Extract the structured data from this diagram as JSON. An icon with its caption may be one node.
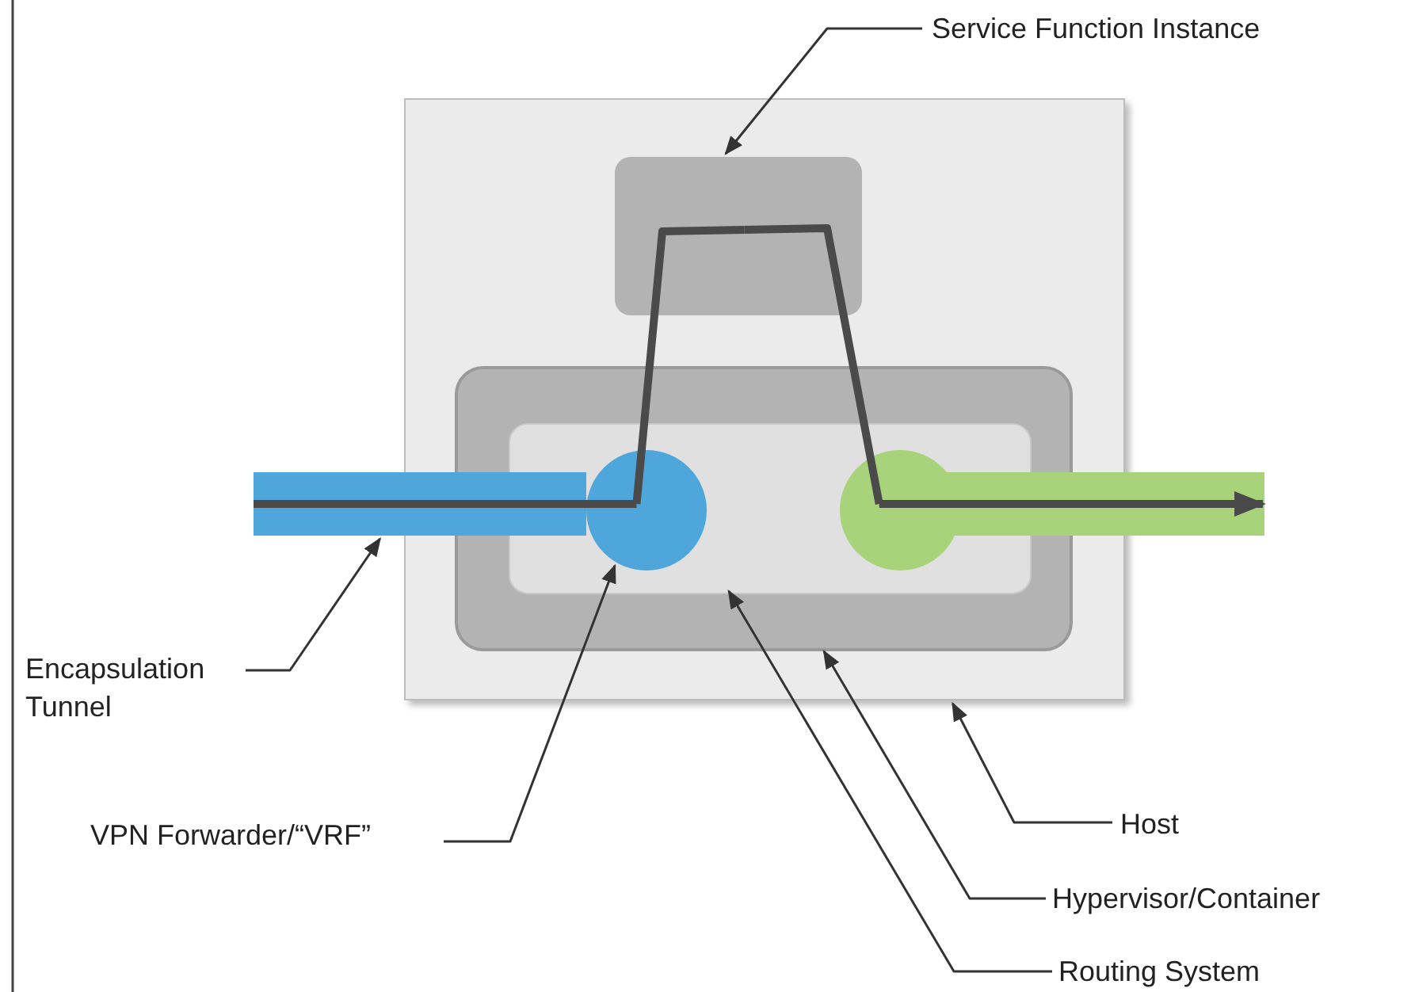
{
  "diagram": {
    "nodes": [
      {
        "text": [],
        "shape": "box"
      },
      {
        "text": [],
        "shape": "box",
        "in": 0
      },
      {
        "text": [],
        "shape": "box",
        "in": 0
      },
      {
        "text": [],
        "shape": "box",
        "in": 2
      },
      {
        "text": [],
        "shape": "circle",
        "in": 3
      },
      {
        "text": [],
        "shape": "circle",
        "in": 3
      },
      {
        "text": [],
        "shape": "bar"
      },
      {
        "text": [],
        "shape": "bar"
      },
      {
        "text": [
          "Service Function Instance"
        ]
      },
      {
        "text": [
          "Encapsulation Tunnel"
        ]
      },
      {
        "text": [
          "VPN Forwarder/“VRF”"
        ]
      },
      {
        "text": [
          "Host"
        ]
      },
      {
        "text": [
          "Hypervisor/Container"
        ]
      },
      {
        "text": [
          "Routing System"
        ]
      }
    ],
    "edges": [
      {
        "from": 8,
        "to": 1,
        "arrow": "to"
      },
      {
        "from": 9,
        "to": 6,
        "arrow": "to"
      },
      {
        "from": 10,
        "to": 4,
        "arrow": "to"
      },
      {
        "from": 11,
        "to": 0,
        "arrow": "to"
      },
      {
        "from": 12,
        "to": 2,
        "arrow": "to"
      },
      {
        "from": 13,
        "to": 3,
        "arrow": "to"
      },
      {
        "from": 6,
        "to": 4,
        "arrow": "none",
        "style": "thick"
      },
      {
        "from": 4,
        "to": 1,
        "arrow": "none",
        "style": "thick"
      },
      {
        "from": 1,
        "to": 5,
        "arrow": "none",
        "style": "thick"
      },
      {
        "from": 5,
        "to": 7,
        "arrow": "to",
        "style": "thick"
      }
    ]
  }
}
